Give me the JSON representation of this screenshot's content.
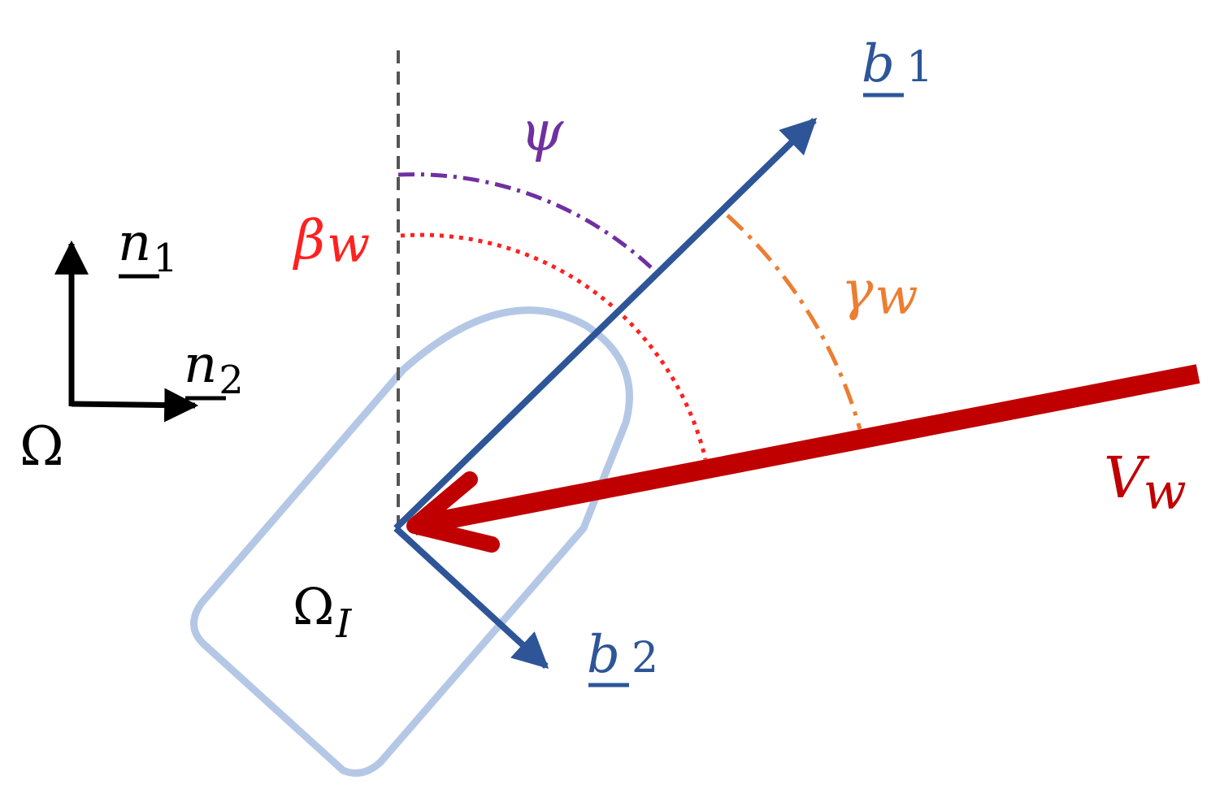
{
  "colors": {
    "hull": "#b4c8e6",
    "body_axis": "#2e5597",
    "wind": "#c00000",
    "beta_arc": "#ff2020",
    "psi_arc": "#7030a0",
    "gamma_arc": "#ed7d31",
    "reference": "#555555",
    "inertial": "#000000"
  },
  "labels": {
    "b1_letter": "b",
    "b1_sub": "1",
    "b2_letter": "b",
    "b2_sub": "2",
    "n1_letter": "n",
    "n1_sub": "1",
    "n2_letter": "n",
    "n2_sub": "2",
    "omega": "Ω",
    "omega_i_letter": "Ω",
    "omega_i_sub": "I",
    "psi": "ψ",
    "beta_letter": "β",
    "beta_sub": "w",
    "gamma_letter": "γ",
    "gamma_sub": "w",
    "vw_letter": "V",
    "vw_sub": "w"
  }
}
